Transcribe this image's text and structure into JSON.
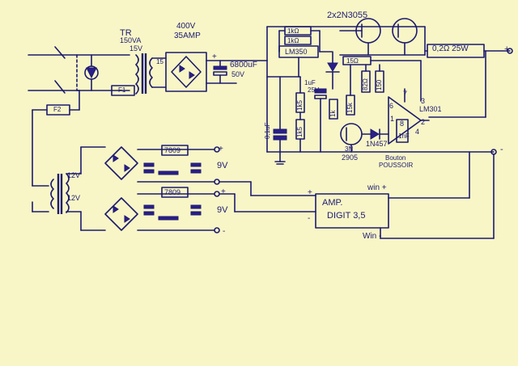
{
  "transformer": {
    "name": "TR",
    "rating": "150VA",
    "secondary": "15V",
    "sec_mark": "15"
  },
  "fuses": {
    "f1": "F1",
    "f2": "F2"
  },
  "rectifier": {
    "voltage": "400V",
    "current": "35AMP"
  },
  "filter_cap": {
    "value": "6800uF",
    "voltage": "50V"
  },
  "transistors": {
    "output": "2x2N3055",
    "driver": "2905",
    "driver_mark": "3N"
  },
  "regulator_ic": "LM350",
  "resistors": [
    "1kΩ",
    "1kΩ",
    "1k5",
    "1k5",
    "1k",
    "15k",
    "15Ω",
    "82Ω",
    "150",
    "0,2Ω 25W"
  ],
  "caps": {
    "c1": "0,1uF",
    "c2": "1uF",
    "c2_v": "25V",
    "c3": "1nF"
  },
  "diode": "1N457",
  "button": {
    "line1": "Bouton",
    "line2": "POUSSOIR"
  },
  "opamp": {
    "name": "LM301",
    "pins": [
      "6",
      "7",
      "3",
      "2",
      "1",
      "8",
      "4"
    ]
  },
  "aux_supply": {
    "transformer_taps": [
      "12V",
      "12V"
    ],
    "regulators": [
      "7809",
      "7809"
    ],
    "outputs": [
      "9V",
      "9V"
    ]
  },
  "meter": {
    "line1": "AMP.",
    "line2": "DIGIT 3,5",
    "win_plus": "win +",
    "win_minus": "Win -"
  },
  "polarity": {
    "plus": "+",
    "minus": "-"
  }
}
